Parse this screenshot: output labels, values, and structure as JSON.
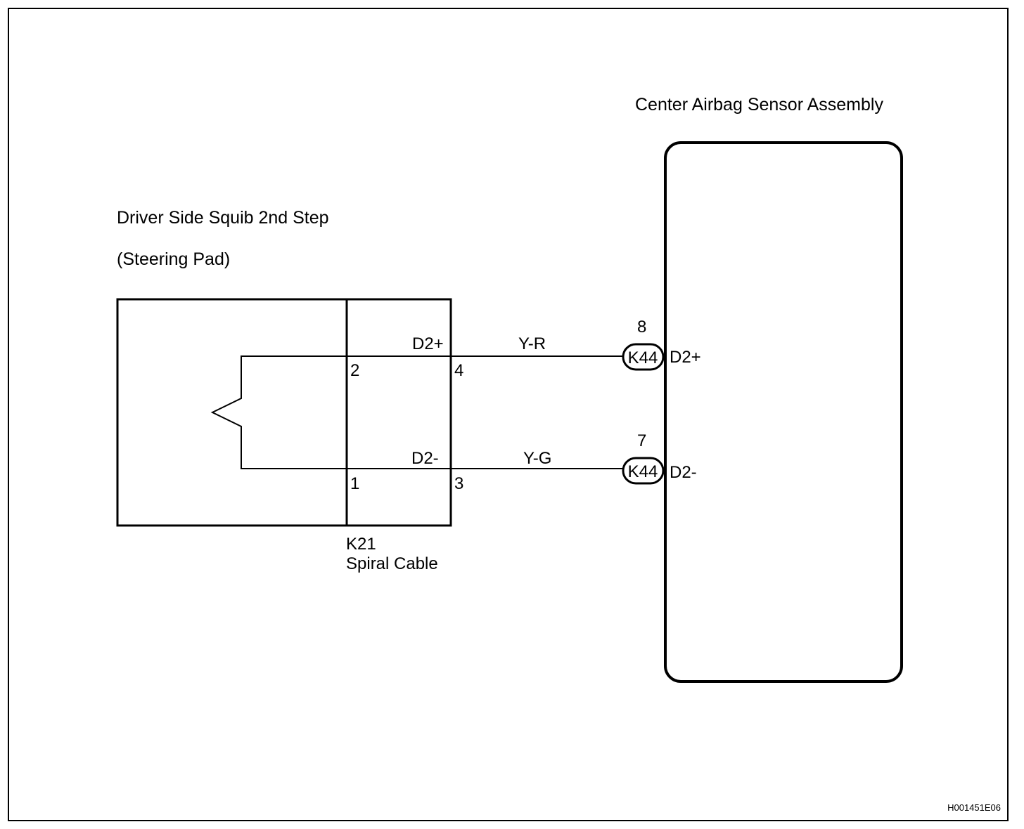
{
  "squib": {
    "title": "Driver Side Squib 2nd Step",
    "subtitle": "(Steering Pad)"
  },
  "spiral_cable": {
    "code": "K21",
    "name": "Spiral Cable",
    "pins": {
      "upper_left": "2",
      "upper_right": "4",
      "lower_left": "1",
      "lower_right": "3"
    },
    "signals": {
      "upper": "D2+",
      "lower": "D2-"
    }
  },
  "wires": {
    "upper_color": "Y-R",
    "lower_color": "Y-G"
  },
  "sensor": {
    "title": "Center Airbag Sensor Assembly",
    "connector_upper": {
      "code": "K44",
      "pin": "8",
      "signal": "D2+"
    },
    "connector_lower": {
      "code": "K44",
      "pin": "7",
      "signal": "D2-"
    }
  },
  "figure_code": "H001451E06"
}
